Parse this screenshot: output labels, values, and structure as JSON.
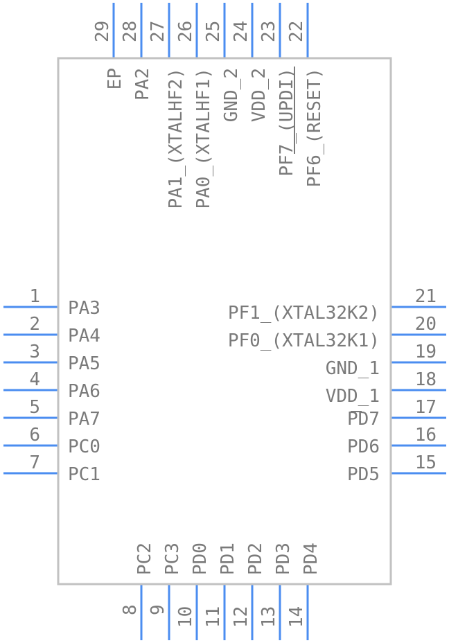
{
  "pins": {
    "left": [
      {
        "num": "1",
        "label": "PA3"
      },
      {
        "num": "2",
        "label": "PA4"
      },
      {
        "num": "3",
        "label": "PA5"
      },
      {
        "num": "4",
        "label": "PA6"
      },
      {
        "num": "5",
        "label": "PA7"
      },
      {
        "num": "6",
        "label": "PC0"
      },
      {
        "num": "7",
        "label": "PC1"
      }
    ],
    "right": [
      {
        "num": "21",
        "label": "PF1_(XTAL32K2)"
      },
      {
        "num": "20",
        "label": "PF0_(XTAL32K1)"
      },
      {
        "num": "19",
        "label": "GND_1"
      },
      {
        "num": "18",
        "label": "VDD_1"
      },
      {
        "num": "17",
        "label": "PD7"
      },
      {
        "num": "16",
        "label": "PD6"
      },
      {
        "num": "15",
        "label": "PD5"
      }
    ],
    "bottom": [
      {
        "num": "8",
        "label": "PC2"
      },
      {
        "num": "9",
        "label": "PC3"
      },
      {
        "num": "10",
        "label": "PD0"
      },
      {
        "num": "11",
        "label": "PD1"
      },
      {
        "num": "12",
        "label": "PD2"
      },
      {
        "num": "13",
        "label": "PD3"
      },
      {
        "num": "14",
        "label": "PD4"
      }
    ],
    "top": [
      {
        "num": "29",
        "label": "EP"
      },
      {
        "num": "28",
        "label": "PA2"
      },
      {
        "num": "27",
        "label": "PA1_(XTALHF2)"
      },
      {
        "num": "26",
        "label": "PA0_(XTALHF1)"
      },
      {
        "num": "25",
        "label": "GND_2"
      },
      {
        "num": "24",
        "label": "VDD_2"
      },
      {
        "num": "23",
        "label": "PF7_(UPDI)"
      },
      {
        "num": "22",
        "label": "PF6_(RESET)"
      }
    ]
  },
  "colors": {
    "pin": "#4b8df0",
    "body_outline": "#c2c2c2",
    "text": "#7a7a7a"
  }
}
